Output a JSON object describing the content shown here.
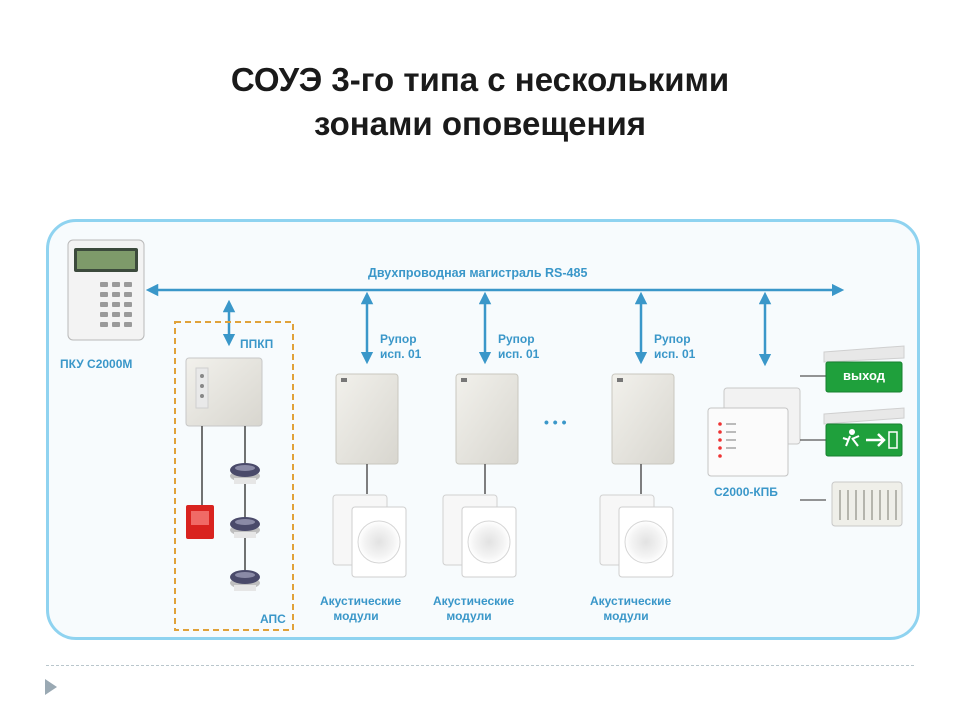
{
  "title_line1": "СОУЭ 3-го типа с несколькими",
  "title_line2": "зонами оповещения",
  "bus_label": "Двухпроводная магистраль RS-485",
  "pku_label": "ПКУ С2000М",
  "ppkp_label": "ППКП",
  "aps_label": "АПС",
  "horn_line1": "Рупор",
  "horn_line2": "исп. 01",
  "ellipsis": "• • •",
  "acoustic_line1": "Акустические",
  "acoustic_line2": "модули",
  "kpb_label": "С2000-КПБ",
  "exit_sign_text": "выход",
  "colors": {
    "accent": "#3a97c9",
    "frame": "#8fd3f0",
    "exit_green": "#1fa03c",
    "alarm_red": "#d9231f"
  }
}
